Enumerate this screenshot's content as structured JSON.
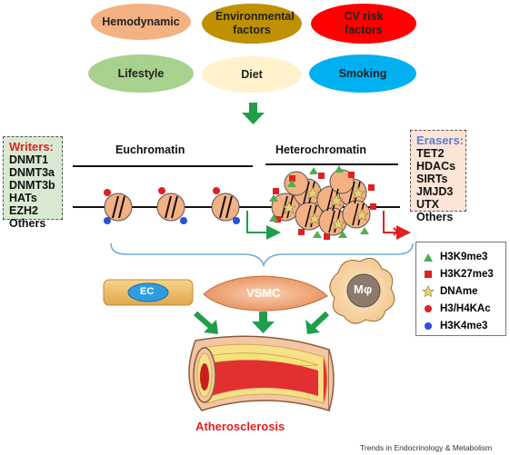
{
  "factors": {
    "hemodynamic": "Hemodynamic",
    "environmental": "Environmental factors",
    "cv_risk": "CV risk factors",
    "lifestyle": "Lifestyle",
    "diet": "Diet",
    "smoking": "Smoking"
  },
  "writers": {
    "title": "Writers:",
    "items": [
      "DNMT1",
      "DNMT3a",
      "DNMT3b",
      "HATs",
      "EZH2",
      "Others"
    ]
  },
  "erasers": {
    "title": "Erasers:",
    "items": [
      "TET2",
      "HDACs",
      "SIRTs",
      "JMJD3",
      "UTX",
      "Others"
    ]
  },
  "chromatin": {
    "euchromatin": "Euchromatin",
    "heterochromatin": "Heterochromatin"
  },
  "cells": {
    "ec": "EC",
    "vsmc": "VSMC",
    "macrophage": "Mφ"
  },
  "legend": [
    {
      "label": "H3K9me3",
      "shape": "triangle",
      "color": "#4caf50"
    },
    {
      "label": "H3K27me3",
      "shape": "square",
      "color": "#e02020"
    },
    {
      "label": "DNAme",
      "shape": "star",
      "color": "#e8d27a"
    },
    {
      "label": "H3/H4KAc",
      "shape": "circle",
      "color": "#e02020"
    },
    {
      "label": "H3K4me3",
      "shape": "circle",
      "color": "#2a4fd6"
    }
  ],
  "outcome": "Atherosclerosis",
  "footer": "Trends in Endocrinology & Metabolism",
  "colors": {
    "hemodynamic": "#f4b183",
    "environmental": "#bf9000",
    "cv_risk": "#ff0000",
    "lifestyle": "#a9d18e",
    "diet": "#fff2cc",
    "smoking": "#00b0f0",
    "writers_bg": "#d9ead3",
    "erasers_bg": "#fce4d6",
    "arrow": "#1f9e4a",
    "nucleosome": "#f4b183"
  }
}
